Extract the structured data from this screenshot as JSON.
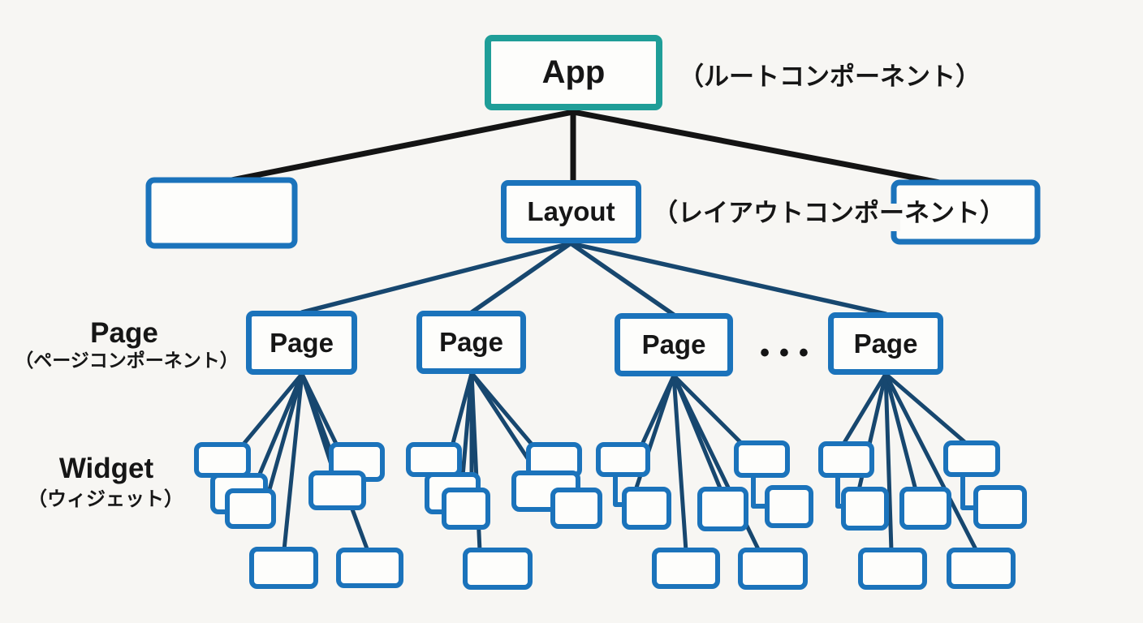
{
  "diagram": {
    "colors": {
      "background": "#f7f6f3",
      "node_fill": "#fdfdfb",
      "accent_teal": "#1f9e98",
      "node_blue": "#1b73bb",
      "edge_navy": "#17476f",
      "edge_black": "#141414",
      "text": "#161616"
    },
    "root": {
      "label": "App",
      "annotation": "（ルートコンポーネント）"
    },
    "layout_node": {
      "label": "Layout",
      "annotation": "（レイアウトコンポーネント）"
    },
    "pages": {
      "labels": [
        "Page",
        "Page",
        "Page",
        "Page"
      ],
      "ellipsis": "•••"
    },
    "legend": {
      "page": {
        "title": "Page",
        "subtitle": "（ページコンポーネント）"
      },
      "widget": {
        "title": "Widget",
        "subtitle": "（ウィジェット）"
      }
    },
    "widget_clusters": [
      {
        "name": "cluster-1",
        "box_count": 7
      },
      {
        "name": "cluster-2",
        "box_count": 7
      },
      {
        "name": "cluster-3",
        "box_count": 7
      },
      {
        "name": "cluster-4",
        "box_count": 7
      }
    ]
  }
}
